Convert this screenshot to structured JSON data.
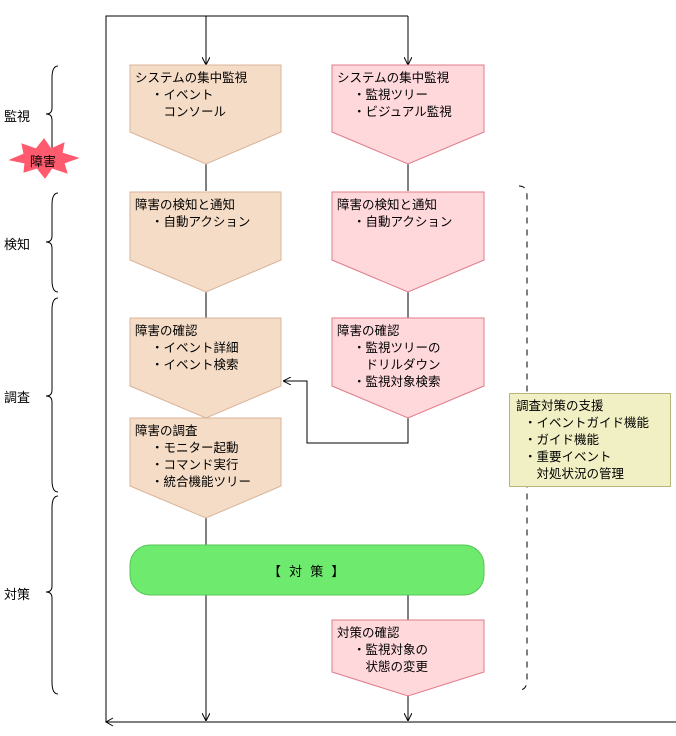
{
  "colors": {
    "tan_fill": "#f5dcc6",
    "tan_stroke": "#d9b49a",
    "pink_fill": "#ffd8dc",
    "pink_stroke": "#e07b88",
    "green_fill": "#6eeb6e",
    "burst_fill": "#ff5a6e",
    "note_fill": "#f1f0c4"
  },
  "phases": {
    "kanshi": "監視",
    "kenchi": "検知",
    "chousa": "調査",
    "taisaku": "対策"
  },
  "failure_burst": "障害",
  "left": {
    "box1": {
      "title": "システムの集中監視",
      "lines": [
        "・イベント",
        "　コンソール"
      ]
    },
    "box2": {
      "title": "障害の検知と通知",
      "lines": [
        "・自動アクション"
      ]
    },
    "box3": {
      "title": "障害の確認",
      "lines": [
        "・イベント詳細",
        "・イベント検索"
      ]
    },
    "box4": {
      "title": "障害の調査",
      "lines": [
        "・モニター起動",
        "・コマンド実行",
        "・統合機能ツリー"
      ]
    }
  },
  "right": {
    "box1": {
      "title": "システムの集中監視",
      "lines": [
        "・監視ツリー",
        "・ビジュアル監視"
      ]
    },
    "box2": {
      "title": "障害の検知と通知",
      "lines": [
        "・自動アクション"
      ]
    },
    "box3": {
      "title": "障害の確認",
      "lines": [
        "・監視ツリーの",
        "　ドリルダウン",
        "・監視対象検索"
      ]
    },
    "box4": {
      "title": "対策の確認",
      "lines": [
        "・監視対象の",
        "　状態の変更"
      ]
    }
  },
  "taisaku_bar": "【 対 策 】",
  "support": {
    "title": "調査対策の支援",
    "lines": [
      "・イベントガイド機能",
      "・ガイド機能",
      "・重要イベント",
      "　対処状況の管理"
    ]
  }
}
